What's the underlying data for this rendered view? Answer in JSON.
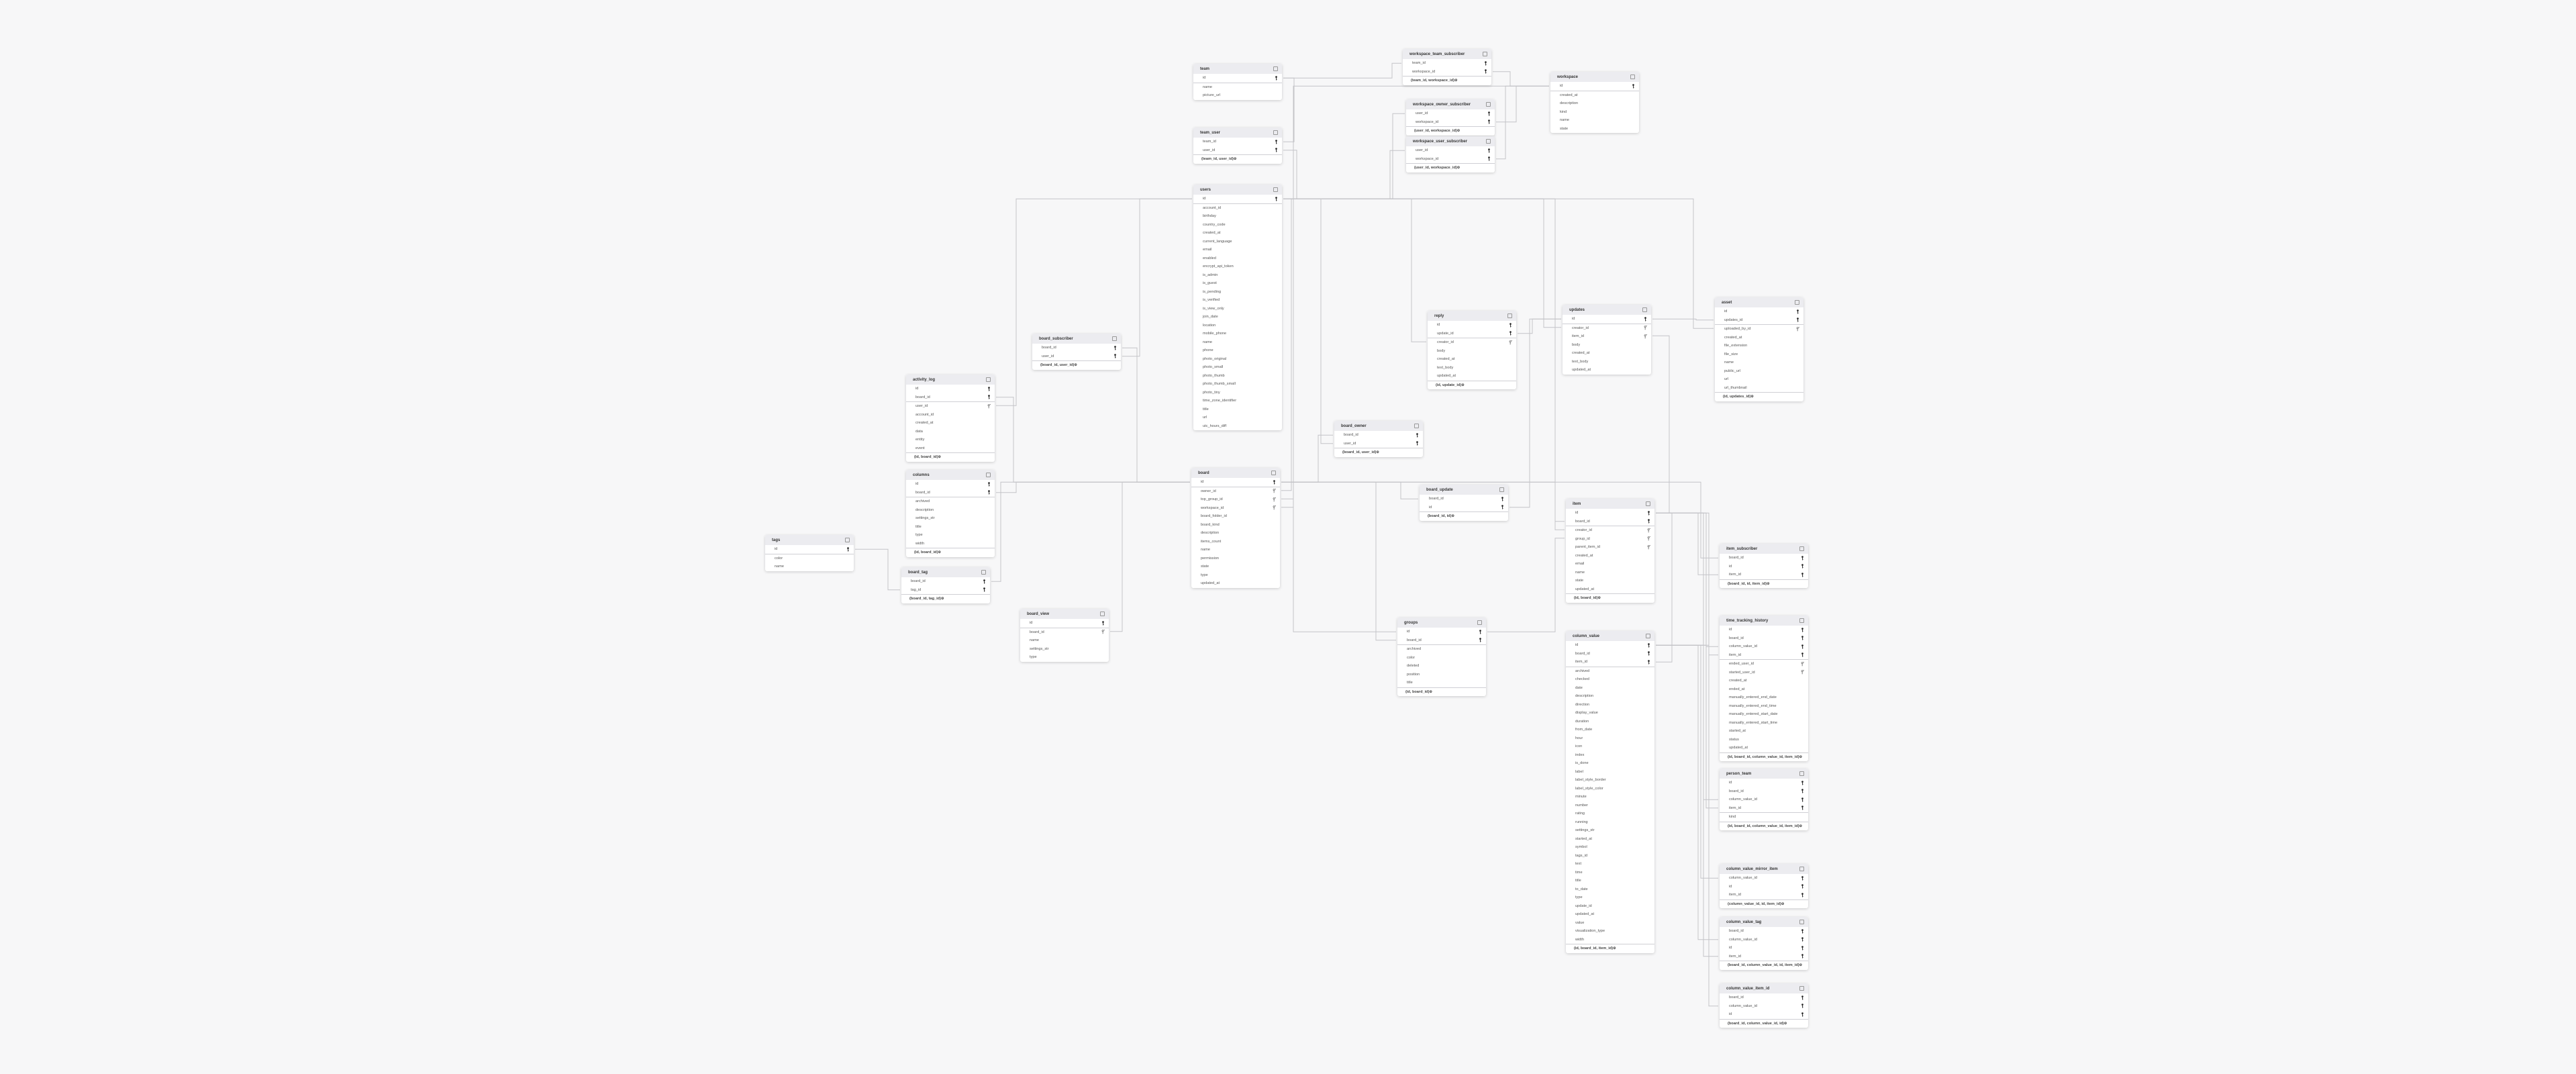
{
  "diagram": {
    "tables": [
      {
        "name": "team",
        "columns": [
          {
            "name": "id",
            "key": "pk"
          },
          {
            "name": "name"
          },
          {
            "name": "picture_url"
          }
        ]
      },
      {
        "name": "team_user",
        "columns": [
          {
            "name": "team_id",
            "key": "pk"
          },
          {
            "name": "user_id",
            "key": "pk"
          }
        ],
        "composite_key": "(team_id, user_id)"
      },
      {
        "name": "users",
        "columns": [
          {
            "name": "id",
            "key": "pk"
          },
          {
            "name": "account_id"
          },
          {
            "name": "birthday"
          },
          {
            "name": "country_code"
          },
          {
            "name": "created_at"
          },
          {
            "name": "current_language"
          },
          {
            "name": "email"
          },
          {
            "name": "enabled"
          },
          {
            "name": "encrypt_api_token"
          },
          {
            "name": "is_admin"
          },
          {
            "name": "is_guest"
          },
          {
            "name": "is_pending"
          },
          {
            "name": "is_verified"
          },
          {
            "name": "is_view_only"
          },
          {
            "name": "join_date"
          },
          {
            "name": "location"
          },
          {
            "name": "mobile_phone"
          },
          {
            "name": "name"
          },
          {
            "name": "phone"
          },
          {
            "name": "photo_original"
          },
          {
            "name": "photo_small"
          },
          {
            "name": "photo_thumb"
          },
          {
            "name": "photo_thumb_small"
          },
          {
            "name": "photo_tiny"
          },
          {
            "name": "time_zone_identifier"
          },
          {
            "name": "title"
          },
          {
            "name": "url"
          },
          {
            "name": "utc_hours_diff"
          }
        ]
      },
      {
        "name": "workspace_team_subscriber",
        "columns": [
          {
            "name": "team_id",
            "key": "pk"
          },
          {
            "name": "workspace_id",
            "key": "pk"
          }
        ],
        "composite_key": "(team_id, workspace_id)"
      },
      {
        "name": "workspace_owner_subscriber",
        "columns": [
          {
            "name": "user_id",
            "key": "pk"
          },
          {
            "name": "workspace_id",
            "key": "pk"
          }
        ],
        "composite_key": "(user_id, workspace_id)"
      },
      {
        "name": "workspace_user_subscriber",
        "columns": [
          {
            "name": "user_id",
            "key": "pk"
          },
          {
            "name": "workspace_id",
            "key": "pk"
          }
        ],
        "composite_key": "(user_id, workspace_id)"
      },
      {
        "name": "workspace",
        "columns": [
          {
            "name": "id",
            "key": "pk"
          },
          {
            "name": "created_at"
          },
          {
            "name": "description"
          },
          {
            "name": "kind"
          },
          {
            "name": "name"
          },
          {
            "name": "state"
          }
        ]
      },
      {
        "name": "board_subscriber",
        "columns": [
          {
            "name": "board_id",
            "key": "pk"
          },
          {
            "name": "user_id",
            "key": "pk"
          }
        ],
        "composite_key": "(board_id, user_id)"
      },
      {
        "name": "activity_log",
        "columns": [
          {
            "name": "id",
            "key": "pk"
          },
          {
            "name": "board_id",
            "key": "pk"
          },
          {
            "name": "user_id",
            "key": "fk"
          },
          {
            "name": "account_id"
          },
          {
            "name": "created_at"
          },
          {
            "name": "data"
          },
          {
            "name": "entity"
          },
          {
            "name": "event"
          }
        ],
        "composite_key": "(id, board_id)"
      },
      {
        "name": "columns",
        "columns": [
          {
            "name": "id",
            "key": "pk"
          },
          {
            "name": "board_id",
            "key": "pk"
          },
          {
            "name": "archived"
          },
          {
            "name": "description"
          },
          {
            "name": "settings_str"
          },
          {
            "name": "title"
          },
          {
            "name": "type"
          },
          {
            "name": "width"
          }
        ],
        "composite_key": "(id, board_id)"
      },
      {
        "name": "tags",
        "columns": [
          {
            "name": "id",
            "key": "pk"
          },
          {
            "name": "color"
          },
          {
            "name": "name"
          }
        ]
      },
      {
        "name": "board_tag",
        "columns": [
          {
            "name": "board_id",
            "key": "pk"
          },
          {
            "name": "tag_id",
            "key": "pk"
          }
        ],
        "composite_key": "(board_id, tag_id)"
      },
      {
        "name": "board_view",
        "columns": [
          {
            "name": "id",
            "key": "pk"
          },
          {
            "name": "board_id",
            "key": "fk"
          },
          {
            "name": "name"
          },
          {
            "name": "settings_str"
          },
          {
            "name": "type"
          }
        ]
      },
      {
        "name": "board",
        "columns": [
          {
            "name": "id",
            "key": "pk"
          },
          {
            "name": "owner_id",
            "key": "fk"
          },
          {
            "name": "top_group_id",
            "key": "fk"
          },
          {
            "name": "workspace_id",
            "key": "fk"
          },
          {
            "name": "board_folder_id"
          },
          {
            "name": "board_kind"
          },
          {
            "name": "description"
          },
          {
            "name": "items_count"
          },
          {
            "name": "name"
          },
          {
            "name": "permission"
          },
          {
            "name": "state"
          },
          {
            "name": "type"
          },
          {
            "name": "updated_at"
          }
        ]
      },
      {
        "name": "reply",
        "columns": [
          {
            "name": "id",
            "key": "pk"
          },
          {
            "name": "update_id",
            "key": "pk"
          },
          {
            "name": "creator_id",
            "key": "fk"
          },
          {
            "name": "body"
          },
          {
            "name": "created_at"
          },
          {
            "name": "text_body"
          },
          {
            "name": "updated_at"
          }
        ],
        "composite_key": "(id, update_id)"
      },
      {
        "name": "board_owner",
        "columns": [
          {
            "name": "board_id",
            "key": "pk"
          },
          {
            "name": "user_id",
            "key": "pk"
          }
        ],
        "composite_key": "(board_id, user_id)"
      },
      {
        "name": "board_update",
        "columns": [
          {
            "name": "board_id",
            "key": "pk"
          },
          {
            "name": "id",
            "key": "pk"
          }
        ],
        "composite_key": "(board_id, id)"
      },
      {
        "name": "updates",
        "columns": [
          {
            "name": "id",
            "key": "pk"
          },
          {
            "name": "creator_id",
            "key": "fk"
          },
          {
            "name": "item_id",
            "key": "fk"
          },
          {
            "name": "body"
          },
          {
            "name": "created_at"
          },
          {
            "name": "text_body"
          },
          {
            "name": "updated_at"
          }
        ]
      },
      {
        "name": "asset",
        "columns": [
          {
            "name": "id",
            "key": "pk"
          },
          {
            "name": "updates_id",
            "key": "pk"
          },
          {
            "name": "uploaded_by_id",
            "key": "fk"
          },
          {
            "name": "created_at"
          },
          {
            "name": "file_extension"
          },
          {
            "name": "file_size"
          },
          {
            "name": "name"
          },
          {
            "name": "public_url"
          },
          {
            "name": "url"
          },
          {
            "name": "url_thumbnail"
          }
        ],
        "composite_key": "(id, updates_id)"
      },
      {
        "name": "groups",
        "columns": [
          {
            "name": "id",
            "key": "pk"
          },
          {
            "name": "board_id",
            "key": "pk"
          },
          {
            "name": "archived"
          },
          {
            "name": "color"
          },
          {
            "name": "deleted"
          },
          {
            "name": "position"
          },
          {
            "name": "title"
          }
        ],
        "composite_key": "(id, board_id)"
      },
      {
        "name": "item",
        "columns": [
          {
            "name": "id",
            "key": "pk"
          },
          {
            "name": "board_id",
            "key": "pk"
          },
          {
            "name": "creator_id",
            "key": "fk"
          },
          {
            "name": "group_id",
            "key": "fk"
          },
          {
            "name": "parent_item_id",
            "key": "fk"
          },
          {
            "name": "created_at"
          },
          {
            "name": "email"
          },
          {
            "name": "name"
          },
          {
            "name": "state"
          },
          {
            "name": "updated_at"
          }
        ],
        "composite_key": "(id, board_id)"
      },
      {
        "name": "column_value",
        "columns": [
          {
            "name": "id",
            "key": "pk"
          },
          {
            "name": "board_id",
            "key": "pk"
          },
          {
            "name": "item_id",
            "key": "pk"
          },
          {
            "name": "archived"
          },
          {
            "name": "checked"
          },
          {
            "name": "date"
          },
          {
            "name": "description"
          },
          {
            "name": "direction"
          },
          {
            "name": "display_value"
          },
          {
            "name": "duration"
          },
          {
            "name": "from_date"
          },
          {
            "name": "hour"
          },
          {
            "name": "icon"
          },
          {
            "name": "index"
          },
          {
            "name": "is_done"
          },
          {
            "name": "label"
          },
          {
            "name": "label_style_border"
          },
          {
            "name": "label_style_color"
          },
          {
            "name": "minute"
          },
          {
            "name": "number"
          },
          {
            "name": "rating"
          },
          {
            "name": "running"
          },
          {
            "name": "settings_str"
          },
          {
            "name": "started_at"
          },
          {
            "name": "symbol"
          },
          {
            "name": "tags_id"
          },
          {
            "name": "text"
          },
          {
            "name": "time"
          },
          {
            "name": "title"
          },
          {
            "name": "to_date"
          },
          {
            "name": "type"
          },
          {
            "name": "update_id"
          },
          {
            "name": "updated_at"
          },
          {
            "name": "value"
          },
          {
            "name": "visualization_type"
          },
          {
            "name": "width"
          }
        ],
        "composite_key": "(id, board_id, item_id)"
      },
      {
        "name": "item_subscriber",
        "columns": [
          {
            "name": "board_id",
            "key": "pk"
          },
          {
            "name": "id",
            "key": "pk"
          },
          {
            "name": "item_id",
            "key": "pk"
          }
        ],
        "composite_key": "(board_id, id, item_id)"
      },
      {
        "name": "time_tracking_history",
        "columns": [
          {
            "name": "id",
            "key": "pk"
          },
          {
            "name": "board_id",
            "key": "pk"
          },
          {
            "name": "column_value_id",
            "key": "pk"
          },
          {
            "name": "item_id",
            "key": "pk"
          },
          {
            "name": "ended_user_id",
            "key": "fk"
          },
          {
            "name": "started_user_id",
            "key": "fk"
          },
          {
            "name": "created_at"
          },
          {
            "name": "ended_at"
          },
          {
            "name": "manually_entered_end_date"
          },
          {
            "name": "manually_entered_end_time"
          },
          {
            "name": "manually_entered_start_date"
          },
          {
            "name": "manually_entered_start_time"
          },
          {
            "name": "started_at"
          },
          {
            "name": "status"
          },
          {
            "name": "updated_at"
          }
        ],
        "composite_key": "(id, board_id, column_value_id, item_id)"
      },
      {
        "name": "person_team",
        "columns": [
          {
            "name": "id",
            "key": "pk"
          },
          {
            "name": "board_id",
            "key": "pk"
          },
          {
            "name": "column_value_id",
            "key": "pk"
          },
          {
            "name": "item_id",
            "key": "pk"
          },
          {
            "name": "kind"
          }
        ],
        "composite_key": "(id, board_id, column_value_id, item_id)"
      },
      {
        "name": "column_value_mirror_item",
        "columns": [
          {
            "name": "column_value_id",
            "key": "pk"
          },
          {
            "name": "id",
            "key": "pk"
          },
          {
            "name": "item_id",
            "key": "pk"
          }
        ],
        "composite_key": "(column_value_id, id, item_id)"
      },
      {
        "name": "column_value_tag",
        "columns": [
          {
            "name": "board_id",
            "key": "pk"
          },
          {
            "name": "column_value_id",
            "key": "pk"
          },
          {
            "name": "id",
            "key": "pk"
          },
          {
            "name": "item_id",
            "key": "pk"
          }
        ],
        "composite_key": "(board_id, column_value_id, id, item_id)"
      },
      {
        "name": "column_value_item_id",
        "columns": [
          {
            "name": "board_id",
            "key": "pk"
          },
          {
            "name": "column_value_id",
            "key": "pk"
          },
          {
            "name": "id",
            "key": "pk"
          }
        ],
        "composite_key": "(board_id, column_value_id, id)"
      }
    ]
  }
}
